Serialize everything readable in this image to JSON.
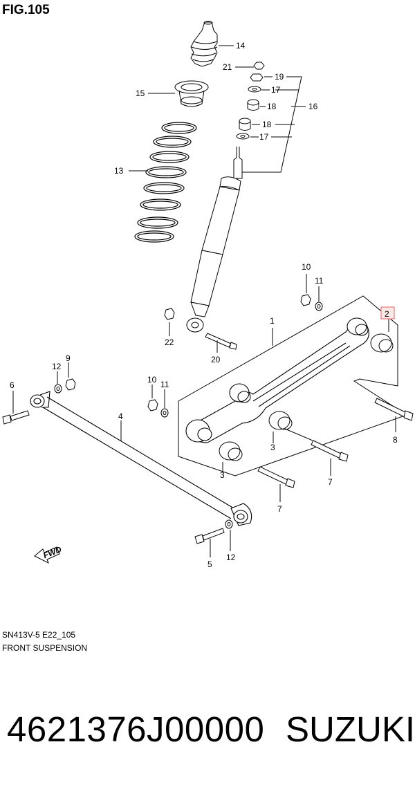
{
  "figure": {
    "title": "FIG.105",
    "code": "SN413V-5 E22_105",
    "section_name": "FRONT SUSPENSION"
  },
  "callouts": {
    "c1": "1",
    "c2": "2",
    "c3a": "3",
    "c3b": "3",
    "c4": "4",
    "c5": "5",
    "c6": "6",
    "c7a": "7",
    "c7b": "7",
    "c8": "8",
    "c9": "9",
    "c10a": "10",
    "c10b": "10",
    "c11a": "11",
    "c11b": "11",
    "c12a": "12",
    "c12b": "12",
    "c13": "13",
    "c14": "14",
    "c15": "15",
    "c16": "16",
    "c17a": "17",
    "c17b": "17",
    "c18a": "18",
    "c18b": "18",
    "c19": "19",
    "c20": "20",
    "c21": "21",
    "c22": "22"
  },
  "fwd_arrow": {
    "label": "FWD"
  },
  "highlighted_callout": "2",
  "colors": {
    "highlight_box": "#e06060",
    "highlight_fill": "#fde8e8",
    "line": "#000000"
  },
  "product": {
    "part_number": "4621376J00000",
    "brand": "SUZUKI"
  }
}
